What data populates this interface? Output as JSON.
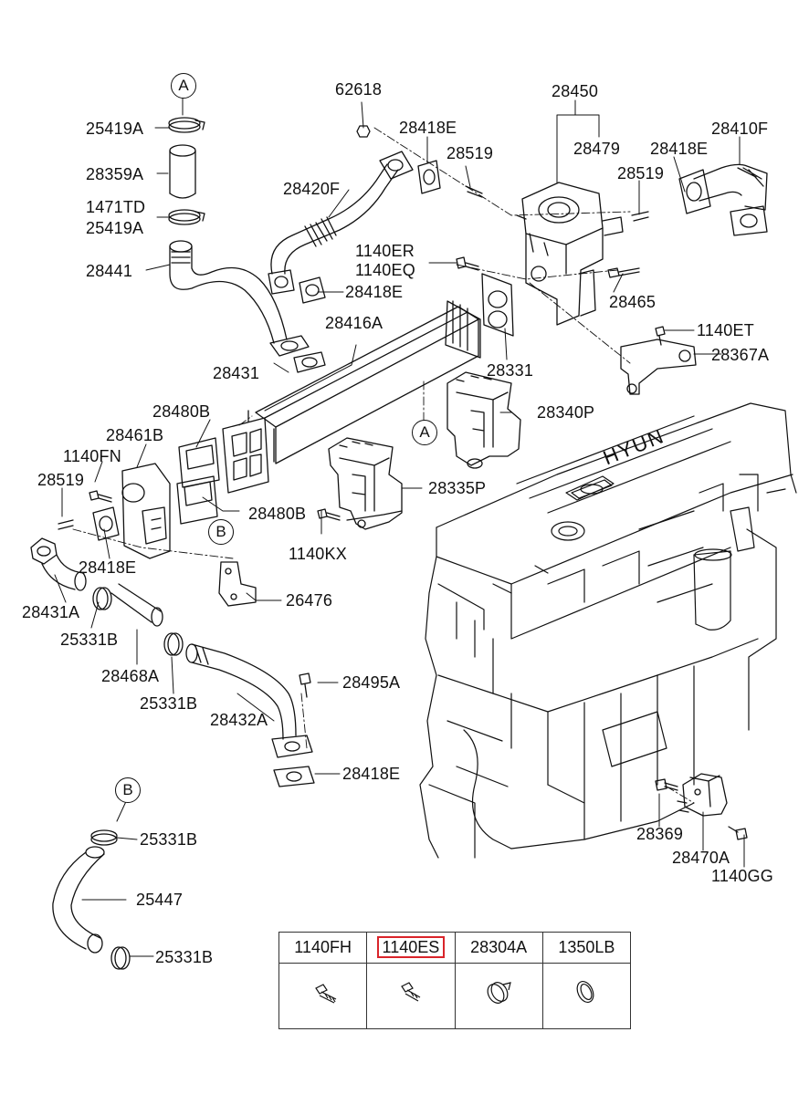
{
  "callouts": {
    "l62618": "62618",
    "l28450": "28450",
    "l28410F": "28410F",
    "l25419A_top": "25419A",
    "l28418E_top": "28418E",
    "l28479": "28479",
    "l28418E_right": "28418E",
    "l28519_top": "28519",
    "l28519_right": "28519",
    "l28359A": "28359A",
    "l28420F": "28420F",
    "l1471TD": "1471TD",
    "l25419A_mid": "25419A",
    "l1140ER": "1140ER",
    "l1140EQ": "1140EQ",
    "l28441": "28441",
    "l28465": "28465",
    "l28418E_mid": "28418E",
    "l28416A": "28416A",
    "l1140ET": "1140ET",
    "l28367A": "28367A",
    "l28431": "28431",
    "l28331": "28331",
    "l28480B_top": "28480B",
    "l28340P": "28340P",
    "l28461B": "28461B",
    "l1140FN": "1140FN",
    "l28519_left": "28519",
    "l28335P": "28335P",
    "l28480B_bot": "28480B",
    "l1140KX": "1140KX",
    "l28418E_left": "28418E",
    "l26476": "26476",
    "l28431A": "28431A",
    "l25331B_a": "25331B",
    "l28468A": "28468A",
    "l28495A": "28495A",
    "l25331B_b": "25331B",
    "l28432A": "28432A",
    "l28418E_bot": "28418E",
    "l28369": "28369",
    "l25331B_c": "25331B",
    "l28470A": "28470A",
    "l1140GG": "1140GG",
    "l25447": "25447",
    "l25331B_d": "25331B"
  },
  "refs": {
    "A_top": "A",
    "A_mid": "A",
    "B_mid": "B",
    "B_bot": "B"
  },
  "engine_brand": "HYUN",
  "parts_table": {
    "columns": [
      {
        "code": "1140FH",
        "icon": "bolt-icon",
        "highlighted": false
      },
      {
        "code": "1140ES",
        "icon": "bolt-icon",
        "highlighted": true
      },
      {
        "code": "28304A",
        "icon": "clamp-icon",
        "highlighted": false
      },
      {
        "code": "1350LB",
        "icon": "ring-icon",
        "highlighted": false
      }
    ]
  },
  "colors": {
    "line": "#111111",
    "highlight": "#d9242a"
  }
}
